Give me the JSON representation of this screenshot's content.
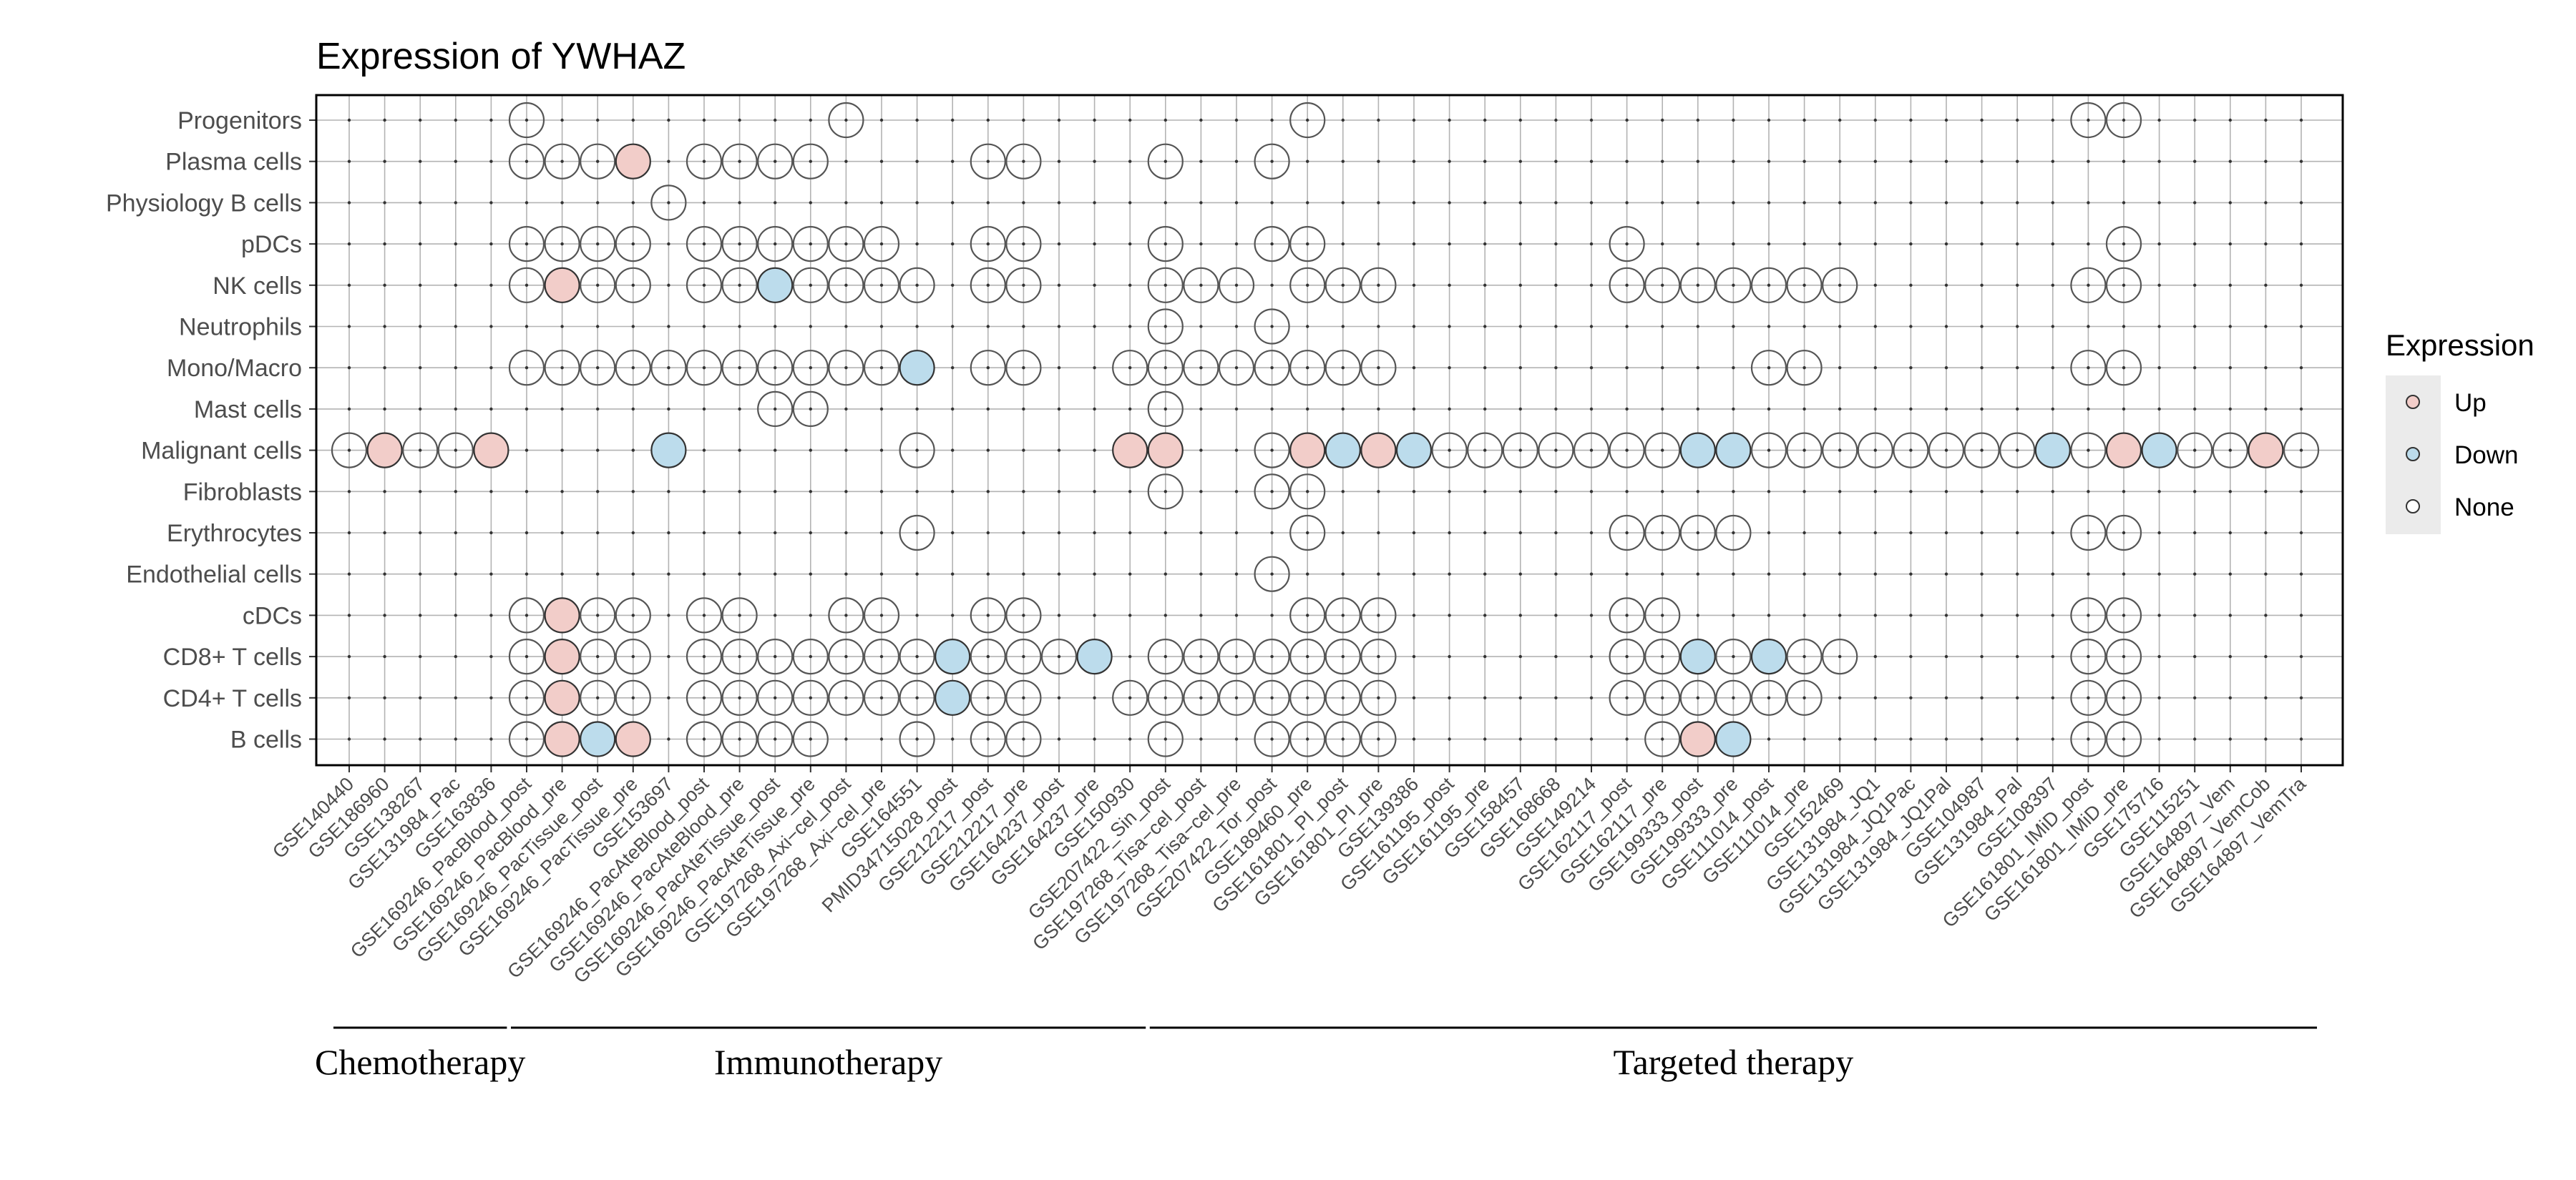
{
  "chart_data": {
    "type": "dot-matrix",
    "title": "Expression of YWHAZ",
    "rows": [
      "Progenitors",
      "Plasma cells",
      "Physiology B cells",
      "pDCs",
      "NK cells",
      "Neutrophils",
      "Mono/Macro",
      "Mast cells",
      "Malignant cells",
      "Fibroblasts",
      "Erythrocytes",
      "Endothelial cells",
      "cDCs",
      "CD8+ T cells",
      "CD4+ T cells",
      "B cells"
    ],
    "columns": [
      "GSE140440",
      "GSE186960",
      "GSE138267",
      "GSE131984_Pac",
      "GSE163836",
      "GSE169246_PacBlood_post",
      "GSE169246_PacBlood_pre",
      "GSE169246_PacTissue_post",
      "GSE169246_PacTissue_pre",
      "GSE153697",
      "GSE169246_PacAteBlood_post",
      "GSE169246_PacAteBlood_pre",
      "GSE169246_PacAteTissue_post",
      "GSE169246_PacAteTissue_pre",
      "GSE197268_Axi−cel_post",
      "GSE197268_Axi−cel_pre",
      "GSE164551",
      "PMID34715028_post",
      "GSE212217_post",
      "GSE212217_pre",
      "GSE164237_post",
      "GSE164237_pre",
      "GSE150930",
      "GSE207422_Sin_post",
      "GSE197268_Tisa−cel_post",
      "GSE197268_Tisa−cel_pre",
      "GSE207422_Tor_post",
      "GSE189460_pre",
      "GSE161801_PI_post",
      "GSE161801_PI_pre",
      "GSE139386",
      "GSE161195_post",
      "GSE161195_pre",
      "GSE158457",
      "GSE168668",
      "GSE149214",
      "GSE162117_post",
      "GSE162117_pre",
      "GSE199333_post",
      "GSE199333_pre",
      "GSE111014_post",
      "GSE111014_pre",
      "GSE152469",
      "GSE131984_JQ1",
      "GSE131984_JQ1Pac",
      "GSE131984_JQ1Pal",
      "GSE104987",
      "GSE131984_Pal",
      "GSE108397",
      "GSE161801_IMiD_post",
      "GSE161801_IMiD_pre",
      "GSE175716",
      "GSE115251",
      "GSE164897_Vem",
      "GSE164897_VemCob",
      "GSE164897_VemTra"
    ],
    "groups": [
      {
        "label": "Chemotherapy",
        "start": 0,
        "end": 4
      },
      {
        "label": "Immunotherapy",
        "start": 5,
        "end": 22
      },
      {
        "label": "Targeted therapy",
        "start": 23,
        "end": 55
      }
    ],
    "legend": {
      "title": "Expression",
      "position": "right",
      "entries": [
        {
          "label": "Up",
          "color": "#f2cdc9"
        },
        {
          "label": "Down",
          "color": "#bcdcec"
        },
        {
          "label": "None",
          "color": "#ffffff"
        }
      ]
    },
    "grid": true,
    "points": [
      {
        "row": "Progenitors",
        "cols": [
          [
            5,
            "None"
          ],
          [
            14,
            "None"
          ],
          [
            27,
            "None"
          ],
          [
            49,
            "None"
          ],
          [
            50,
            "None"
          ]
        ]
      },
      {
        "row": "Plasma cells",
        "cols": [
          [
            5,
            "None"
          ],
          [
            6,
            "None"
          ],
          [
            7,
            "None"
          ],
          [
            8,
            "Up"
          ],
          [
            10,
            "None"
          ],
          [
            11,
            "None"
          ],
          [
            12,
            "None"
          ],
          [
            13,
            "None"
          ],
          [
            18,
            "None"
          ],
          [
            19,
            "None"
          ],
          [
            23,
            "None"
          ],
          [
            26,
            "None"
          ]
        ]
      },
      {
        "row": "Physiology B cells",
        "cols": [
          [
            9,
            "None"
          ]
        ]
      },
      {
        "row": "pDCs",
        "cols": [
          [
            5,
            "None"
          ],
          [
            6,
            "None"
          ],
          [
            7,
            "None"
          ],
          [
            8,
            "None"
          ],
          [
            10,
            "None"
          ],
          [
            11,
            "None"
          ],
          [
            12,
            "None"
          ],
          [
            13,
            "None"
          ],
          [
            14,
            "None"
          ],
          [
            15,
            "None"
          ],
          [
            18,
            "None"
          ],
          [
            19,
            "None"
          ],
          [
            23,
            "None"
          ],
          [
            26,
            "None"
          ],
          [
            27,
            "None"
          ],
          [
            36,
            "None"
          ],
          [
            50,
            "None"
          ]
        ]
      },
      {
        "row": "NK cells",
        "cols": [
          [
            5,
            "None"
          ],
          [
            6,
            "Up"
          ],
          [
            7,
            "None"
          ],
          [
            8,
            "None"
          ],
          [
            10,
            "None"
          ],
          [
            11,
            "None"
          ],
          [
            12,
            "Down"
          ],
          [
            13,
            "None"
          ],
          [
            14,
            "None"
          ],
          [
            15,
            "None"
          ],
          [
            16,
            "None"
          ],
          [
            18,
            "None"
          ],
          [
            19,
            "None"
          ],
          [
            23,
            "None"
          ],
          [
            24,
            "None"
          ],
          [
            25,
            "None"
          ],
          [
            27,
            "None"
          ],
          [
            28,
            "None"
          ],
          [
            29,
            "None"
          ],
          [
            36,
            "None"
          ],
          [
            37,
            "None"
          ],
          [
            38,
            "None"
          ],
          [
            39,
            "None"
          ],
          [
            40,
            "None"
          ],
          [
            41,
            "None"
          ],
          [
            42,
            "None"
          ],
          [
            49,
            "None"
          ],
          [
            50,
            "None"
          ]
        ]
      },
      {
        "row": "Neutrophils",
        "cols": [
          [
            23,
            "None"
          ],
          [
            26,
            "None"
          ]
        ]
      },
      {
        "row": "Mono/Macro",
        "cols": [
          [
            5,
            "None"
          ],
          [
            6,
            "None"
          ],
          [
            7,
            "None"
          ],
          [
            8,
            "None"
          ],
          [
            9,
            "None"
          ],
          [
            10,
            "None"
          ],
          [
            11,
            "None"
          ],
          [
            12,
            "None"
          ],
          [
            13,
            "None"
          ],
          [
            14,
            "None"
          ],
          [
            15,
            "None"
          ],
          [
            16,
            "Down"
          ],
          [
            18,
            "None"
          ],
          [
            19,
            "None"
          ],
          [
            22,
            "None"
          ],
          [
            23,
            "None"
          ],
          [
            24,
            "None"
          ],
          [
            25,
            "None"
          ],
          [
            26,
            "None"
          ],
          [
            27,
            "None"
          ],
          [
            28,
            "None"
          ],
          [
            29,
            "None"
          ],
          [
            40,
            "None"
          ],
          [
            41,
            "None"
          ],
          [
            49,
            "None"
          ],
          [
            50,
            "None"
          ]
        ]
      },
      {
        "row": "Mast cells",
        "cols": [
          [
            12,
            "None"
          ],
          [
            13,
            "None"
          ],
          [
            23,
            "None"
          ]
        ]
      },
      {
        "row": "Malignant cells",
        "cols": [
          [
            0,
            "None"
          ],
          [
            1,
            "Up"
          ],
          [
            2,
            "None"
          ],
          [
            3,
            "None"
          ],
          [
            4,
            "Up"
          ],
          [
            9,
            "Down"
          ],
          [
            16,
            "None"
          ],
          [
            22,
            "Up"
          ],
          [
            23,
            "Up"
          ],
          [
            26,
            "None"
          ],
          [
            27,
            "Up"
          ],
          [
            28,
            "Down"
          ],
          [
            29,
            "Up"
          ],
          [
            30,
            "Down"
          ],
          [
            31,
            "None"
          ],
          [
            32,
            "None"
          ],
          [
            33,
            "None"
          ],
          [
            34,
            "None"
          ],
          [
            35,
            "None"
          ],
          [
            36,
            "None"
          ],
          [
            37,
            "None"
          ],
          [
            38,
            "Down"
          ],
          [
            39,
            "Down"
          ],
          [
            40,
            "None"
          ],
          [
            41,
            "None"
          ],
          [
            42,
            "None"
          ],
          [
            43,
            "None"
          ],
          [
            44,
            "None"
          ],
          [
            45,
            "None"
          ],
          [
            46,
            "None"
          ],
          [
            47,
            "None"
          ],
          [
            48,
            "Down"
          ],
          [
            49,
            "None"
          ],
          [
            50,
            "Up"
          ],
          [
            51,
            "Down"
          ],
          [
            52,
            "None"
          ],
          [
            53,
            "None"
          ],
          [
            54,
            "Up"
          ],
          [
            55,
            "None"
          ]
        ]
      },
      {
        "row": "Fibroblasts",
        "cols": [
          [
            23,
            "None"
          ],
          [
            26,
            "None"
          ],
          [
            27,
            "None"
          ]
        ]
      },
      {
        "row": "Erythrocytes",
        "cols": [
          [
            16,
            "None"
          ],
          [
            27,
            "None"
          ],
          [
            36,
            "None"
          ],
          [
            37,
            "None"
          ],
          [
            38,
            "None"
          ],
          [
            39,
            "None"
          ],
          [
            49,
            "None"
          ],
          [
            50,
            "None"
          ]
        ]
      },
      {
        "row": "Endothelial cells",
        "cols": [
          [
            26,
            "None"
          ]
        ]
      },
      {
        "row": "cDCs",
        "cols": [
          [
            5,
            "None"
          ],
          [
            6,
            "Up"
          ],
          [
            7,
            "None"
          ],
          [
            8,
            "None"
          ],
          [
            10,
            "None"
          ],
          [
            11,
            "None"
          ],
          [
            14,
            "None"
          ],
          [
            15,
            "None"
          ],
          [
            18,
            "None"
          ],
          [
            19,
            "None"
          ],
          [
            27,
            "None"
          ],
          [
            28,
            "None"
          ],
          [
            29,
            "None"
          ],
          [
            36,
            "None"
          ],
          [
            37,
            "None"
          ],
          [
            49,
            "None"
          ],
          [
            50,
            "None"
          ]
        ]
      },
      {
        "row": "CD8+ T cells",
        "cols": [
          [
            5,
            "None"
          ],
          [
            6,
            "Up"
          ],
          [
            7,
            "None"
          ],
          [
            8,
            "None"
          ],
          [
            10,
            "None"
          ],
          [
            11,
            "None"
          ],
          [
            12,
            "None"
          ],
          [
            13,
            "None"
          ],
          [
            14,
            "None"
          ],
          [
            15,
            "None"
          ],
          [
            16,
            "None"
          ],
          [
            17,
            "Down"
          ],
          [
            18,
            "None"
          ],
          [
            19,
            "None"
          ],
          [
            20,
            "None"
          ],
          [
            21,
            "Down"
          ],
          [
            23,
            "None"
          ],
          [
            24,
            "None"
          ],
          [
            25,
            "None"
          ],
          [
            26,
            "None"
          ],
          [
            27,
            "None"
          ],
          [
            28,
            "None"
          ],
          [
            29,
            "None"
          ],
          [
            36,
            "None"
          ],
          [
            37,
            "None"
          ],
          [
            38,
            "Down"
          ],
          [
            39,
            "None"
          ],
          [
            40,
            "Down"
          ],
          [
            41,
            "None"
          ],
          [
            42,
            "None"
          ],
          [
            49,
            "None"
          ],
          [
            50,
            "None"
          ]
        ]
      },
      {
        "row": "CD4+ T cells",
        "cols": [
          [
            5,
            "None"
          ],
          [
            6,
            "Up"
          ],
          [
            7,
            "None"
          ],
          [
            8,
            "None"
          ],
          [
            10,
            "None"
          ],
          [
            11,
            "None"
          ],
          [
            12,
            "None"
          ],
          [
            13,
            "None"
          ],
          [
            14,
            "None"
          ],
          [
            15,
            "None"
          ],
          [
            16,
            "None"
          ],
          [
            17,
            "Down"
          ],
          [
            18,
            "None"
          ],
          [
            19,
            "None"
          ],
          [
            22,
            "None"
          ],
          [
            23,
            "None"
          ],
          [
            24,
            "None"
          ],
          [
            25,
            "None"
          ],
          [
            26,
            "None"
          ],
          [
            27,
            "None"
          ],
          [
            28,
            "None"
          ],
          [
            29,
            "None"
          ],
          [
            36,
            "None"
          ],
          [
            37,
            "None"
          ],
          [
            38,
            "None"
          ],
          [
            39,
            "None"
          ],
          [
            40,
            "None"
          ],
          [
            41,
            "None"
          ],
          [
            49,
            "None"
          ],
          [
            50,
            "None"
          ]
        ]
      },
      {
        "row": "B cells",
        "cols": [
          [
            5,
            "None"
          ],
          [
            6,
            "Up"
          ],
          [
            7,
            "Down"
          ],
          [
            8,
            "Up"
          ],
          [
            10,
            "None"
          ],
          [
            11,
            "None"
          ],
          [
            12,
            "None"
          ],
          [
            13,
            "None"
          ],
          [
            16,
            "None"
          ],
          [
            18,
            "None"
          ],
          [
            19,
            "None"
          ],
          [
            23,
            "None"
          ],
          [
            26,
            "None"
          ],
          [
            27,
            "None"
          ],
          [
            28,
            "None"
          ],
          [
            29,
            "None"
          ],
          [
            37,
            "None"
          ],
          [
            38,
            "Up"
          ],
          [
            39,
            "Down"
          ],
          [
            49,
            "None"
          ],
          [
            50,
            "None"
          ]
        ]
      }
    ]
  }
}
